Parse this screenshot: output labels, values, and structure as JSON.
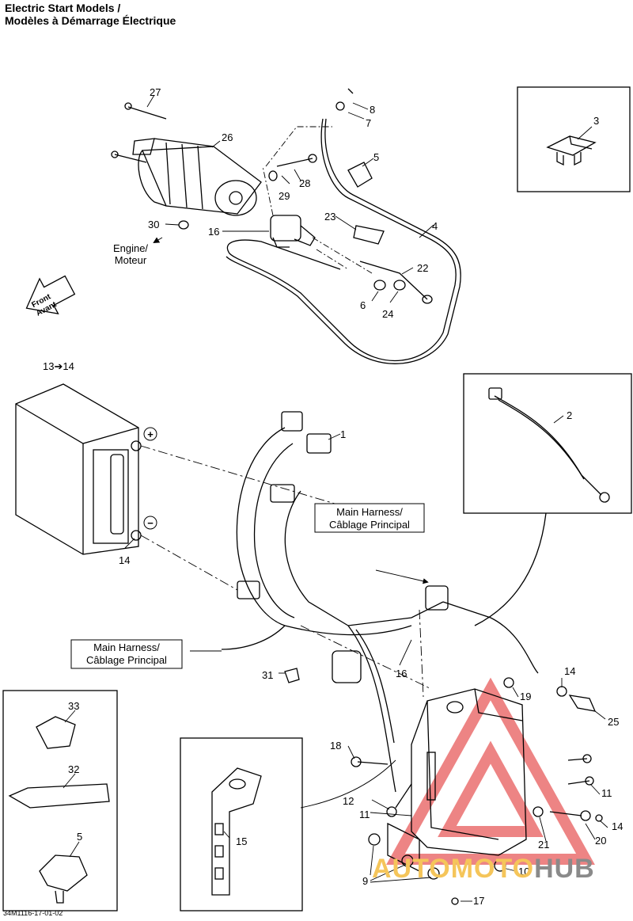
{
  "header": {
    "title_en": "Electric Start Models /",
    "title_fr": "Modèles à Démarrage Électrique"
  },
  "labels": {
    "engine_en": "Engine/",
    "engine_fr": "Moteur",
    "front_en": "Front",
    "front_fr": "Avant",
    "harness1_en": "Main Harness/",
    "harness1_fr": "Câblage Principal",
    "harness2_en": "Main Harness/",
    "harness2_fr": "Câblage Principal",
    "battery_ref": "13➔14",
    "plus": "+",
    "minus": "−"
  },
  "callouts": {
    "p1": "1",
    "p2": "2",
    "p3": "3",
    "p4": "4",
    "p5a": "5",
    "p5b": "5",
    "p6": "6",
    "p7": "7",
    "p8": "8",
    "p9": "9",
    "p10": "10",
    "p11a": "11",
    "p11b": "11",
    "p12": "12",
    "p14a": "14",
    "p14b": "14",
    "p14c": "14",
    "p15": "15",
    "p16a": "16",
    "p16b": "16",
    "p17": "17",
    "p18": "18",
    "p19": "19",
    "p20": "20",
    "p21": "21",
    "p22": "22",
    "p23": "23",
    "p24": "24",
    "p25": "25",
    "p26": "26",
    "p27": "27",
    "p28": "28",
    "p29": "29",
    "p30": "30",
    "p31": "31",
    "p32": "32",
    "p33": "33"
  },
  "footer": {
    "code": "34M1116-17-01-02",
    "watermark_a": "AUTOMOTO",
    "watermark_b": "HUB"
  },
  "colors": {
    "line": "#000000",
    "watermark_red": "#e85b5b",
    "watermark_yellow": "#f5c55a",
    "watermark_gray": "#8a8a8a"
  }
}
